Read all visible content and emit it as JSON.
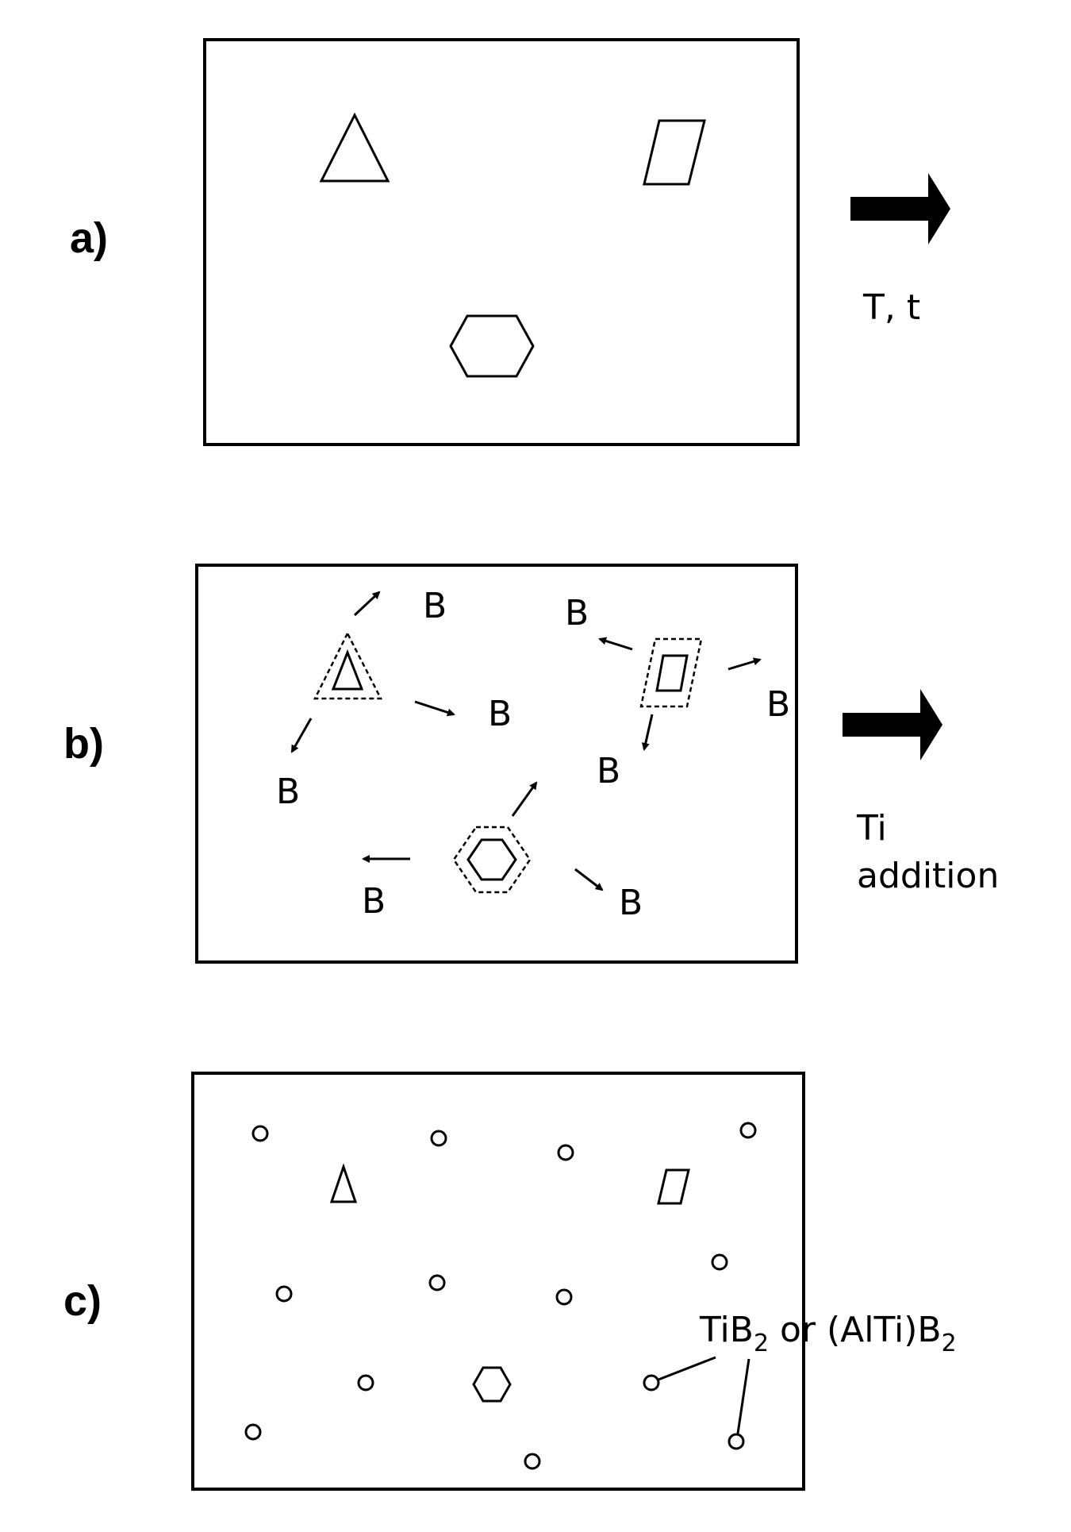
{
  "panels": {
    "a": {
      "label": "a)"
    },
    "b": {
      "label": "b)"
    },
    "c": {
      "label": "c)"
    }
  },
  "arrows": {
    "first": {
      "caption": "T, t"
    },
    "second": {
      "caption_line1": "Ti",
      "caption_line2": "addition"
    }
  },
  "boron_label": "B",
  "particle_label": {
    "prefix": "TiB",
    "sub1": "2",
    "middle": " or (AlTi)B",
    "sub2": "2"
  }
}
